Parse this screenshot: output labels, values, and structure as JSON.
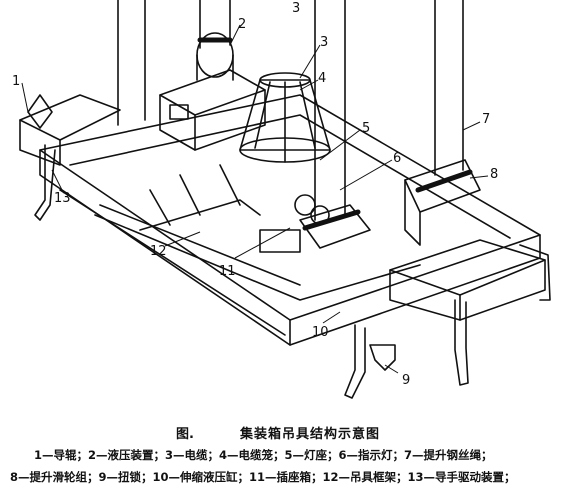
{
  "labels": {
    "n1": "1",
    "n2": "2",
    "n3a": "3",
    "n3b": "3",
    "n4": "4",
    "n5": "5",
    "n6": "6",
    "n7": "7",
    "n8": "8",
    "n9": "9",
    "n10": "10",
    "n11": "11",
    "n12": "12",
    "n13": "13"
  },
  "caption": {
    "figure": "图.",
    "title": "集装箱吊具结构示意图"
  },
  "legend": {
    "line1": "1—导辊；2—液压装置；3—电缆；4—电缆笼；5—灯座；6—指示灯；7—提升钢丝绳；",
    "line2": "8—提升滑轮组；9—扭锁；10—伸缩液压缸；11—插座箱；12—吊具框架；13—导手驱动装置；"
  }
}
